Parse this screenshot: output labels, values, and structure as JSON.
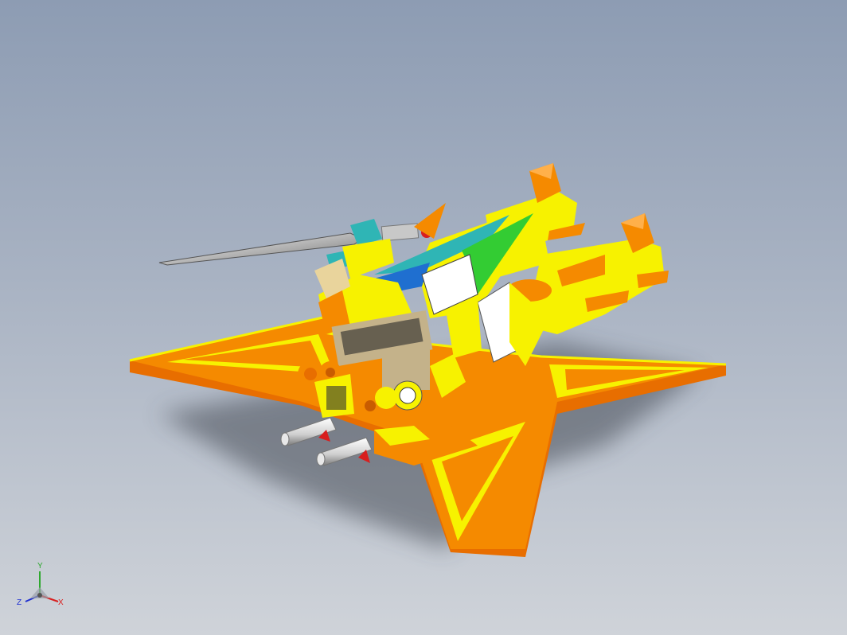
{
  "viewport": {
    "background_top": "#8d9cb3",
    "background_bottom": "#cfd3d9"
  },
  "model": {
    "description_icon": "mecha-star-fighter-model",
    "colors": {
      "yellow": "#f7f200",
      "orange": "#f58a00",
      "dark_orange": "#e86e00",
      "teal": "#2fb5b5",
      "blue": "#1f6fd0",
      "green": "#33cc33",
      "white": "#ffffff",
      "gray": "#9a9a9a",
      "red": "#d81e1e"
    }
  },
  "triad": {
    "x_label": "X",
    "y_label": "Y",
    "z_label": "Z",
    "x_color": "#d81e1e",
    "y_color": "#2ea82e",
    "z_color": "#2030d0"
  }
}
